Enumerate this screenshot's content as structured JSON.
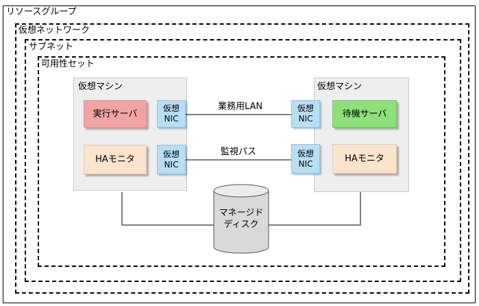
{
  "labels": {
    "resource_group": "リソースグループ",
    "virtual_network": "仮想ネットワーク",
    "subnet": "サブネット",
    "availability_set": "可用性セット"
  },
  "vm_left": {
    "title": "仮想マシン",
    "server": "実行サーバ",
    "ha": "HAモニタ",
    "nic1": [
      "仮想",
      "NIC"
    ],
    "nic2": [
      "仮想",
      "NIC"
    ]
  },
  "vm_right": {
    "title": "仮想マシン",
    "server": "待機サーバ",
    "ha": "HAモニタ",
    "nic1": [
      "仮想",
      "NIC"
    ],
    "nic2": [
      "仮想",
      "NIC"
    ]
  },
  "networks": {
    "business_lan": "業務用LAN",
    "monitor_path": "監視パス"
  },
  "disk": {
    "line1": "マネージド",
    "line2": "ディスク"
  },
  "colors": {
    "active_server": "#f2a3a3",
    "standby_server": "#8ee07a",
    "ha_monitor": "#fbe3cc",
    "nic": "#b8def5",
    "vm_background": "#eeeeee",
    "disk": "#d9d9d9"
  }
}
